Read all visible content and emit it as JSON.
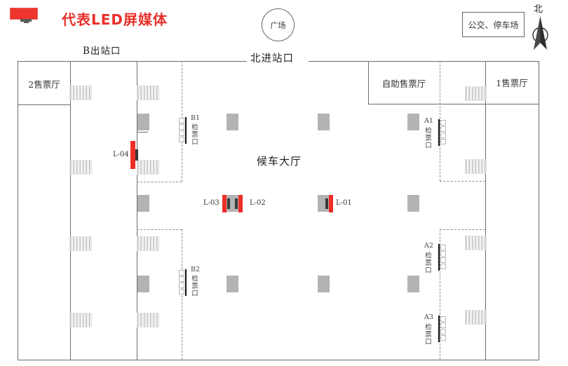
{
  "legend": {
    "title": "代表LED屏媒体",
    "icon": "led-screen-icon",
    "led_red": "#ee2e26"
  },
  "landmarks": {
    "plaza": "广场",
    "bus_parking": "公交、停车场",
    "north": "北"
  },
  "entrances": {
    "b_exit": "B出站口",
    "north_entrance": "北进站口"
  },
  "rooms": {
    "ticket_hall_2": "2售票厅",
    "self_service_ticket_hall": "自助售票厅",
    "ticket_hall_1": "1售票厅",
    "waiting_hall": "候车大厅"
  },
  "gates": [
    {
      "id": "B1",
      "label": "检票口"
    },
    {
      "id": "B2",
      "label": "检票口"
    },
    {
      "id": "A1",
      "label": "检票口"
    },
    {
      "id": "A2",
      "label": "检票口"
    },
    {
      "id": "A3",
      "label": "检票口"
    }
  ],
  "screens": [
    {
      "id": "L-01"
    },
    {
      "id": "L-02"
    },
    {
      "id": "L-03"
    },
    {
      "id": "L-04"
    }
  ]
}
